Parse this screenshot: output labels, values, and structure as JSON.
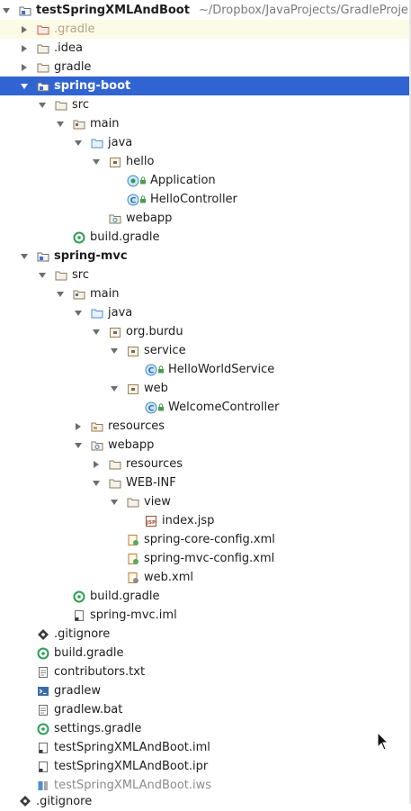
{
  "project_tree": {
    "rows": [
      {
        "label": "testSpringXMLAndBoot",
        "path": "~/Dropbox/JavaProjects/GradleProje",
        "icon": "project-module-icon",
        "expand": "open",
        "bold": true
      },
      {
        "label": ".gradle",
        "icon": "folder-excluded-icon",
        "expand": "closed",
        "style": "excluded"
      },
      {
        "label": ".idea",
        "icon": "folder-icon",
        "expand": "closed"
      },
      {
        "label": "gradle",
        "icon": "folder-icon",
        "expand": "closed"
      },
      {
        "label": "spring-boot",
        "icon": "module-folder-icon",
        "expand": "open",
        "bold": true,
        "selected": true
      },
      {
        "label": "src",
        "icon": "folder-icon",
        "expand": "open"
      },
      {
        "label": "main",
        "icon": "source-folder-icon",
        "expand": "open"
      },
      {
        "label": "java",
        "icon": "java-source-root-icon",
        "expand": "open"
      },
      {
        "label": "hello",
        "icon": "package-icon",
        "expand": "open"
      },
      {
        "label": "Application",
        "icon": "spring-boot-class-icon",
        "expand": "none",
        "lock": true
      },
      {
        "label": "HelloController",
        "icon": "java-class-icon",
        "expand": "none",
        "lock": true
      },
      {
        "label": "webapp",
        "icon": "web-folder-icon",
        "expand": "none"
      },
      {
        "label": "build.gradle",
        "icon": "gradle-file-icon",
        "expand": "none"
      },
      {
        "label": "spring-mvc",
        "icon": "module-folder-icon",
        "expand": "open",
        "bold": true
      },
      {
        "label": "src",
        "icon": "folder-icon",
        "expand": "open"
      },
      {
        "label": "main",
        "icon": "source-folder-icon",
        "expand": "open"
      },
      {
        "label": "java",
        "icon": "java-source-root-icon",
        "expand": "open"
      },
      {
        "label": "org.burdu",
        "icon": "package-icon",
        "expand": "open"
      },
      {
        "label": "service",
        "icon": "package-icon",
        "expand": "open"
      },
      {
        "label": "HelloWorldService",
        "icon": "java-class-icon",
        "expand": "none",
        "lock": true
      },
      {
        "label": "web",
        "icon": "package-icon",
        "expand": "open"
      },
      {
        "label": "WelcomeController",
        "icon": "java-class-icon",
        "expand": "none",
        "lock": true
      },
      {
        "label": "resources",
        "icon": "resources-folder-icon",
        "expand": "closed"
      },
      {
        "label": "webapp",
        "icon": "web-folder-icon",
        "expand": "open"
      },
      {
        "label": "resources",
        "icon": "folder-icon",
        "expand": "closed"
      },
      {
        "label": "WEB-INF",
        "icon": "folder-icon",
        "expand": "open"
      },
      {
        "label": "view",
        "icon": "folder-icon",
        "expand": "open"
      },
      {
        "label": "index.jsp",
        "icon": "jsp-file-icon",
        "expand": "none"
      },
      {
        "label": "spring-core-config.xml",
        "icon": "spring-xml-icon",
        "expand": "none"
      },
      {
        "label": "spring-mvc-config.xml",
        "icon": "spring-xml-icon",
        "expand": "none"
      },
      {
        "label": "web.xml",
        "icon": "web-xml-icon",
        "expand": "none"
      },
      {
        "label": "build.gradle",
        "icon": "gradle-file-icon",
        "expand": "none"
      },
      {
        "label": "spring-mvc.iml",
        "icon": "iml-file-icon",
        "expand": "none"
      },
      {
        "label": ".gitignore",
        "icon": "gitignore-icon",
        "expand": "none"
      },
      {
        "label": "build.gradle",
        "icon": "gradle-file-icon",
        "expand": "none"
      },
      {
        "label": "contributors.txt",
        "icon": "text-file-icon",
        "expand": "none"
      },
      {
        "label": "gradlew",
        "icon": "shell-script-icon",
        "expand": "none"
      },
      {
        "label": "gradlew.bat",
        "icon": "text-file-icon",
        "expand": "none"
      },
      {
        "label": "settings.gradle",
        "icon": "gradle-file-icon",
        "expand": "none"
      },
      {
        "label": "testSpringXMLAndBoot.iml",
        "icon": "iml-file-icon",
        "expand": "none"
      },
      {
        "label": "testSpringXMLAndBoot.ipr",
        "icon": "iml-file-icon",
        "expand": "none"
      },
      {
        "label": "testSpringXMLAndBoot.iws",
        "icon": "iws-file-icon",
        "expand": "none",
        "style": "ignored"
      },
      {
        "label": ".gitignore",
        "icon": "gitignore-icon",
        "expand": "none"
      }
    ]
  },
  "colors": {
    "selection": "#2f64d2",
    "folder": "#8c7a5b",
    "package": "#9a8358",
    "java_class": "#3d8ec9",
    "gradle": "#2e9e55",
    "excluded_folder": "#c95c3c",
    "text_excluded": "#b3a48b"
  }
}
